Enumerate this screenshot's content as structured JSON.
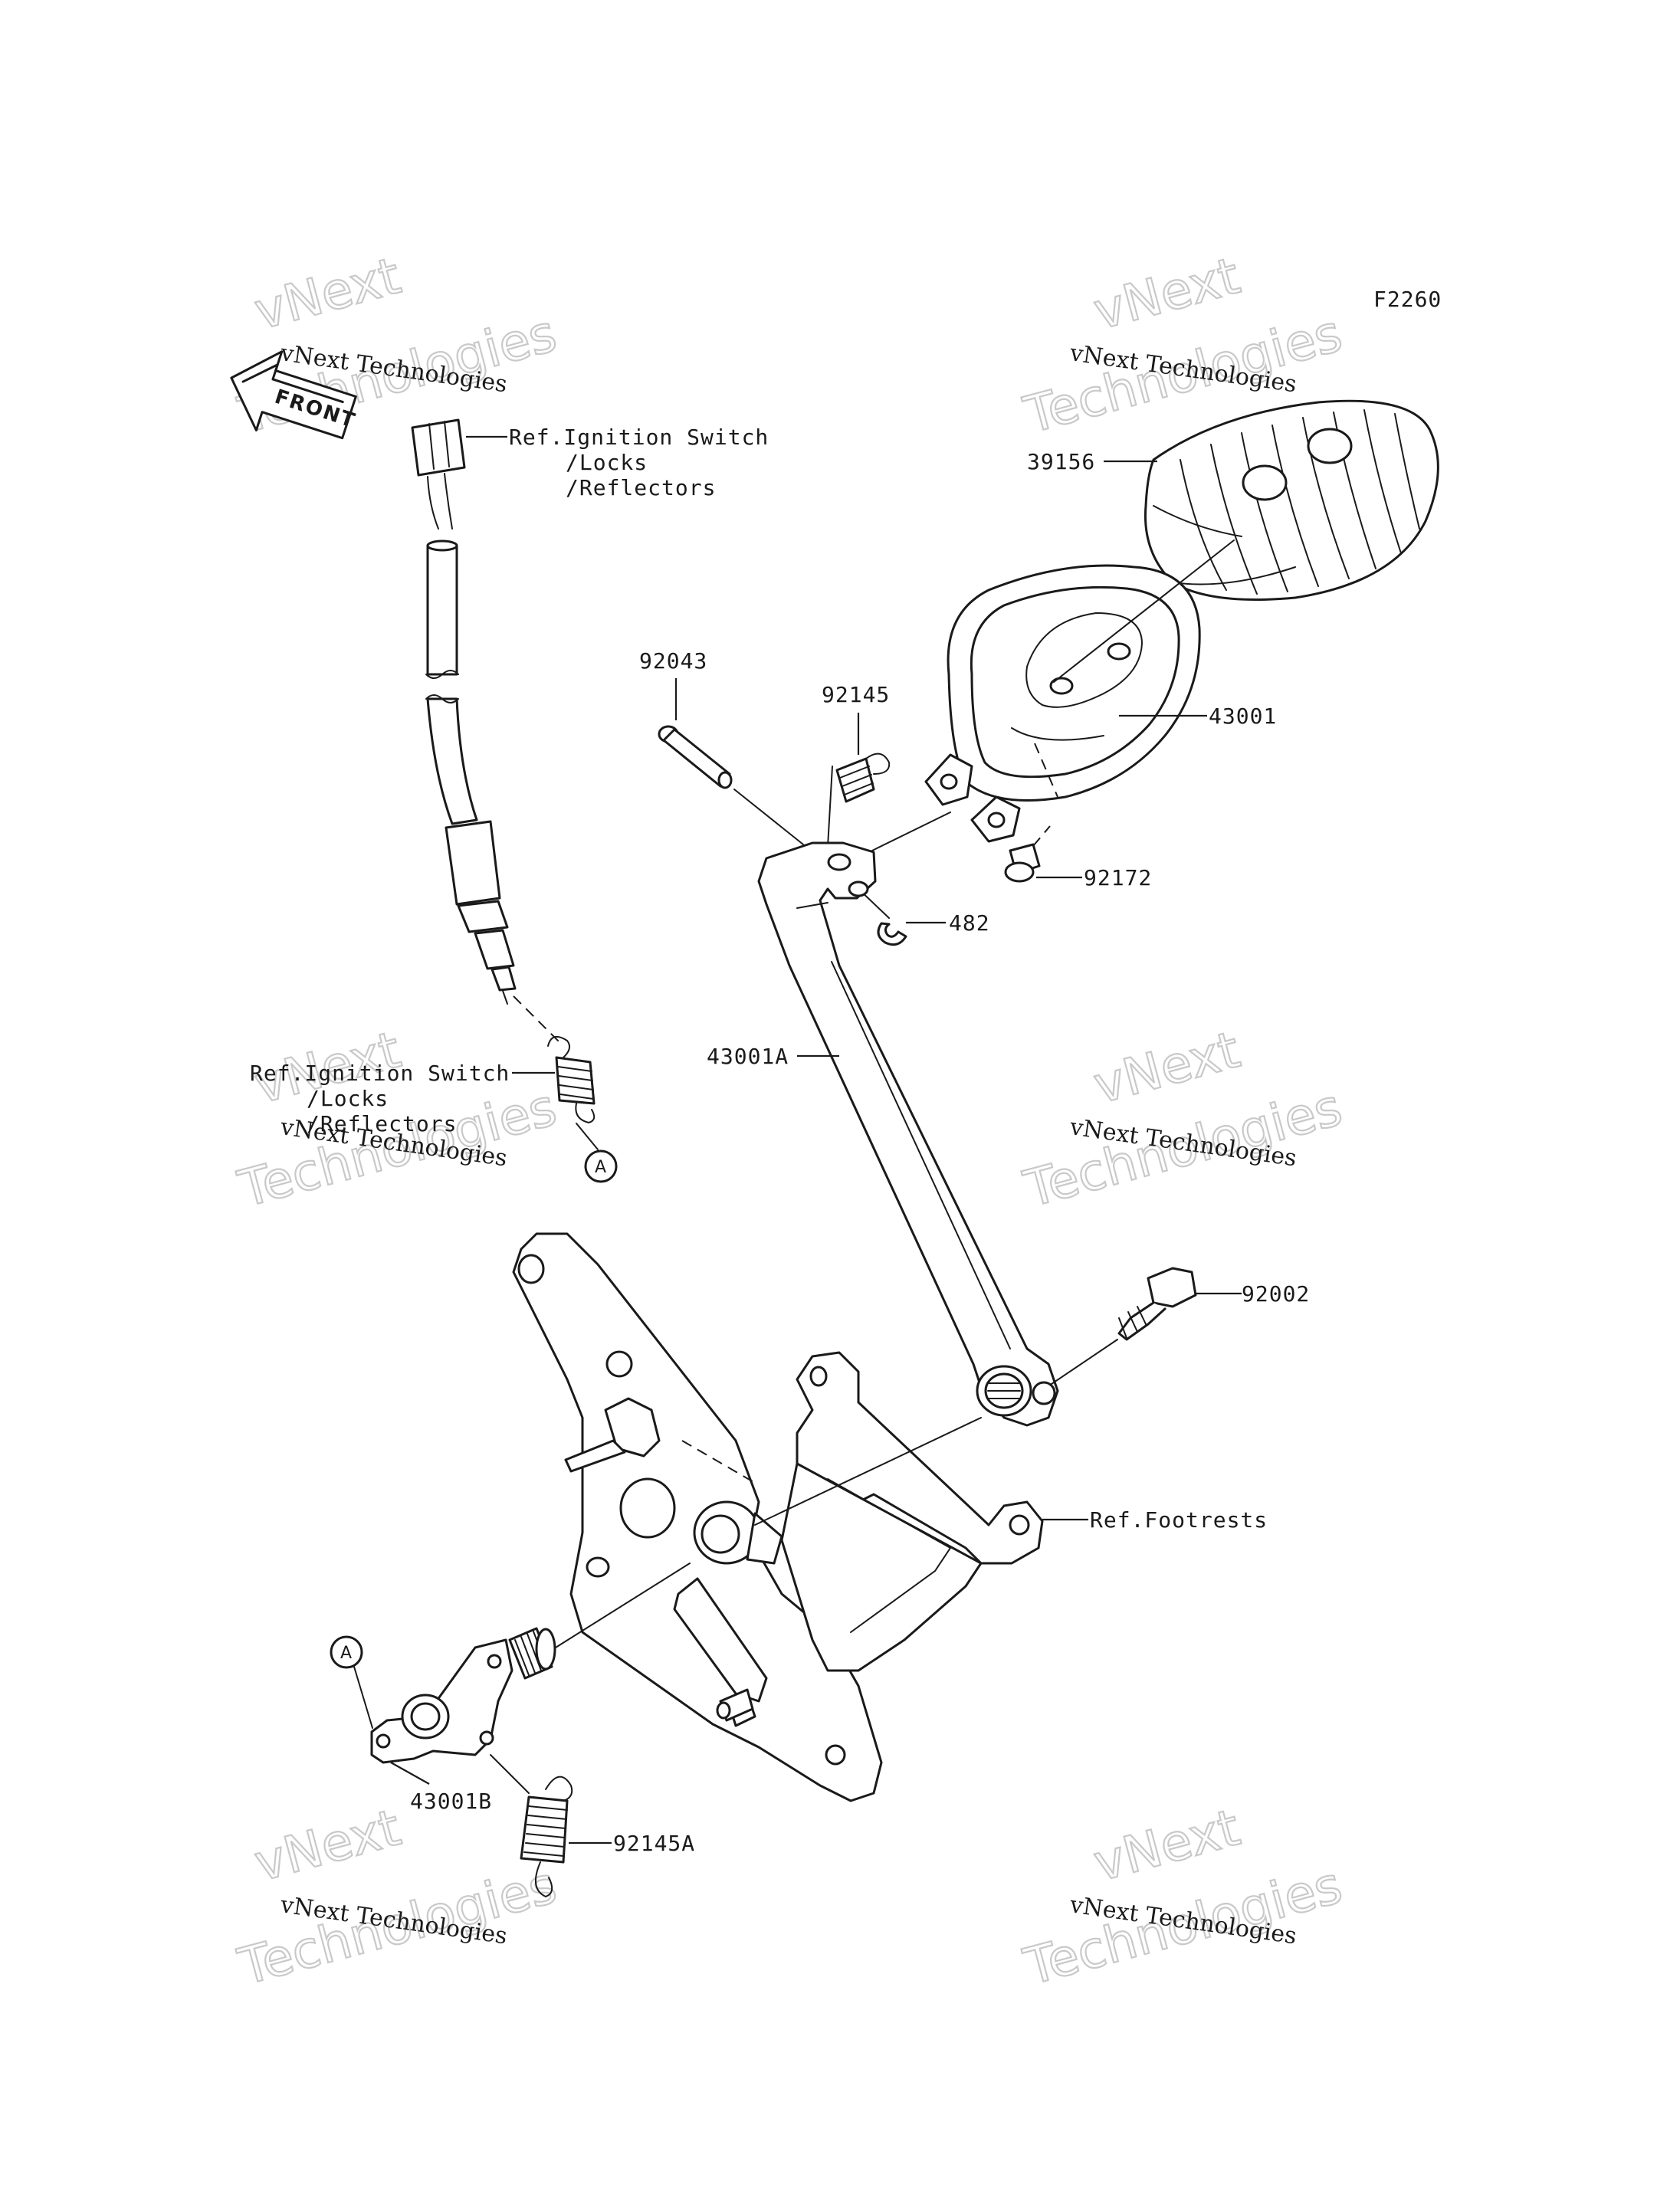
{
  "figure_code": "F2260",
  "front_marker": "FRONT",
  "callouts": {
    "ref_ignition_top": [
      "Ref.Ignition Switch",
      "/Locks",
      "/Reflectors"
    ],
    "ref_ignition_mid": [
      "Ref.Ignition Switch",
      "/Locks",
      "/Reflectors"
    ],
    "ref_footrests": "Ref.Footrests"
  },
  "part_numbers": {
    "pad": "39156",
    "pedal_top": "43001",
    "pin": "92043",
    "spring": "92145",
    "bolt_small": "92172",
    "clip": "482",
    "pedal_arm": "43001A",
    "bolt_main": "92002",
    "lever": "43001B",
    "spring_return": "92145A"
  },
  "connector_marks": {
    "upper": "A",
    "lower": "A"
  },
  "watermarks": {
    "small_text": "vNext Technologies",
    "big_line1": "vNext",
    "big_line2": "Technologies"
  }
}
